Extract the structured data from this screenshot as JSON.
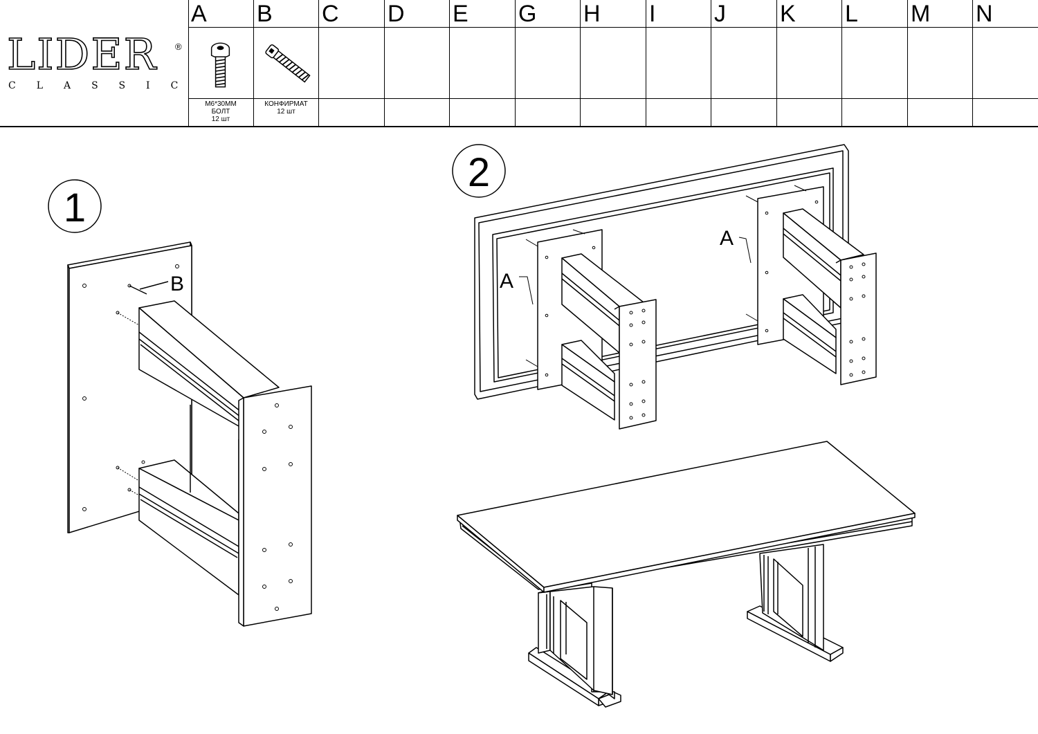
{
  "logo": {
    "word": "LIDER",
    "sub": "CLASSIC",
    "reg": "®"
  },
  "columns": [
    {
      "letter": "A",
      "caption": [
        "M6*30MM",
        "БОЛТ",
        "12 шт"
      ],
      "icon": "bolt-icon"
    },
    {
      "letter": "B",
      "caption": [
        "КОНФИРМАТ",
        "12 шт"
      ],
      "icon": "confirmat-screw-icon"
    },
    {
      "letter": "C",
      "caption": []
    },
    {
      "letter": "D",
      "caption": []
    },
    {
      "letter": "E",
      "caption": []
    },
    {
      "letter": "G",
      "caption": []
    },
    {
      "letter": "H",
      "caption": []
    },
    {
      "letter": "I",
      "caption": []
    },
    {
      "letter": "J",
      "caption": []
    },
    {
      "letter": "K",
      "caption": []
    },
    {
      "letter": "L",
      "caption": []
    },
    {
      "letter": "M",
      "caption": []
    },
    {
      "letter": "N",
      "caption": []
    }
  ],
  "steps": [
    {
      "number": "1",
      "label": "B"
    },
    {
      "number": "2",
      "labels": [
        "A",
        "A"
      ]
    }
  ]
}
